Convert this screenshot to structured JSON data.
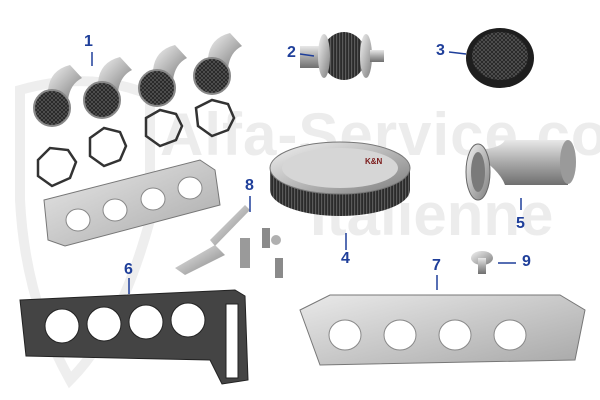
{
  "watermark": {
    "line1": "Alfa-Service.com",
    "line2": "Italienne"
  },
  "callouts": [
    "1",
    "2",
    "3",
    "4",
    "5",
    "6",
    "7",
    "8",
    "9"
  ],
  "colors": {
    "callout": "#1f3f9a",
    "leader": "#1f3f9a",
    "watermark": "#969696"
  }
}
